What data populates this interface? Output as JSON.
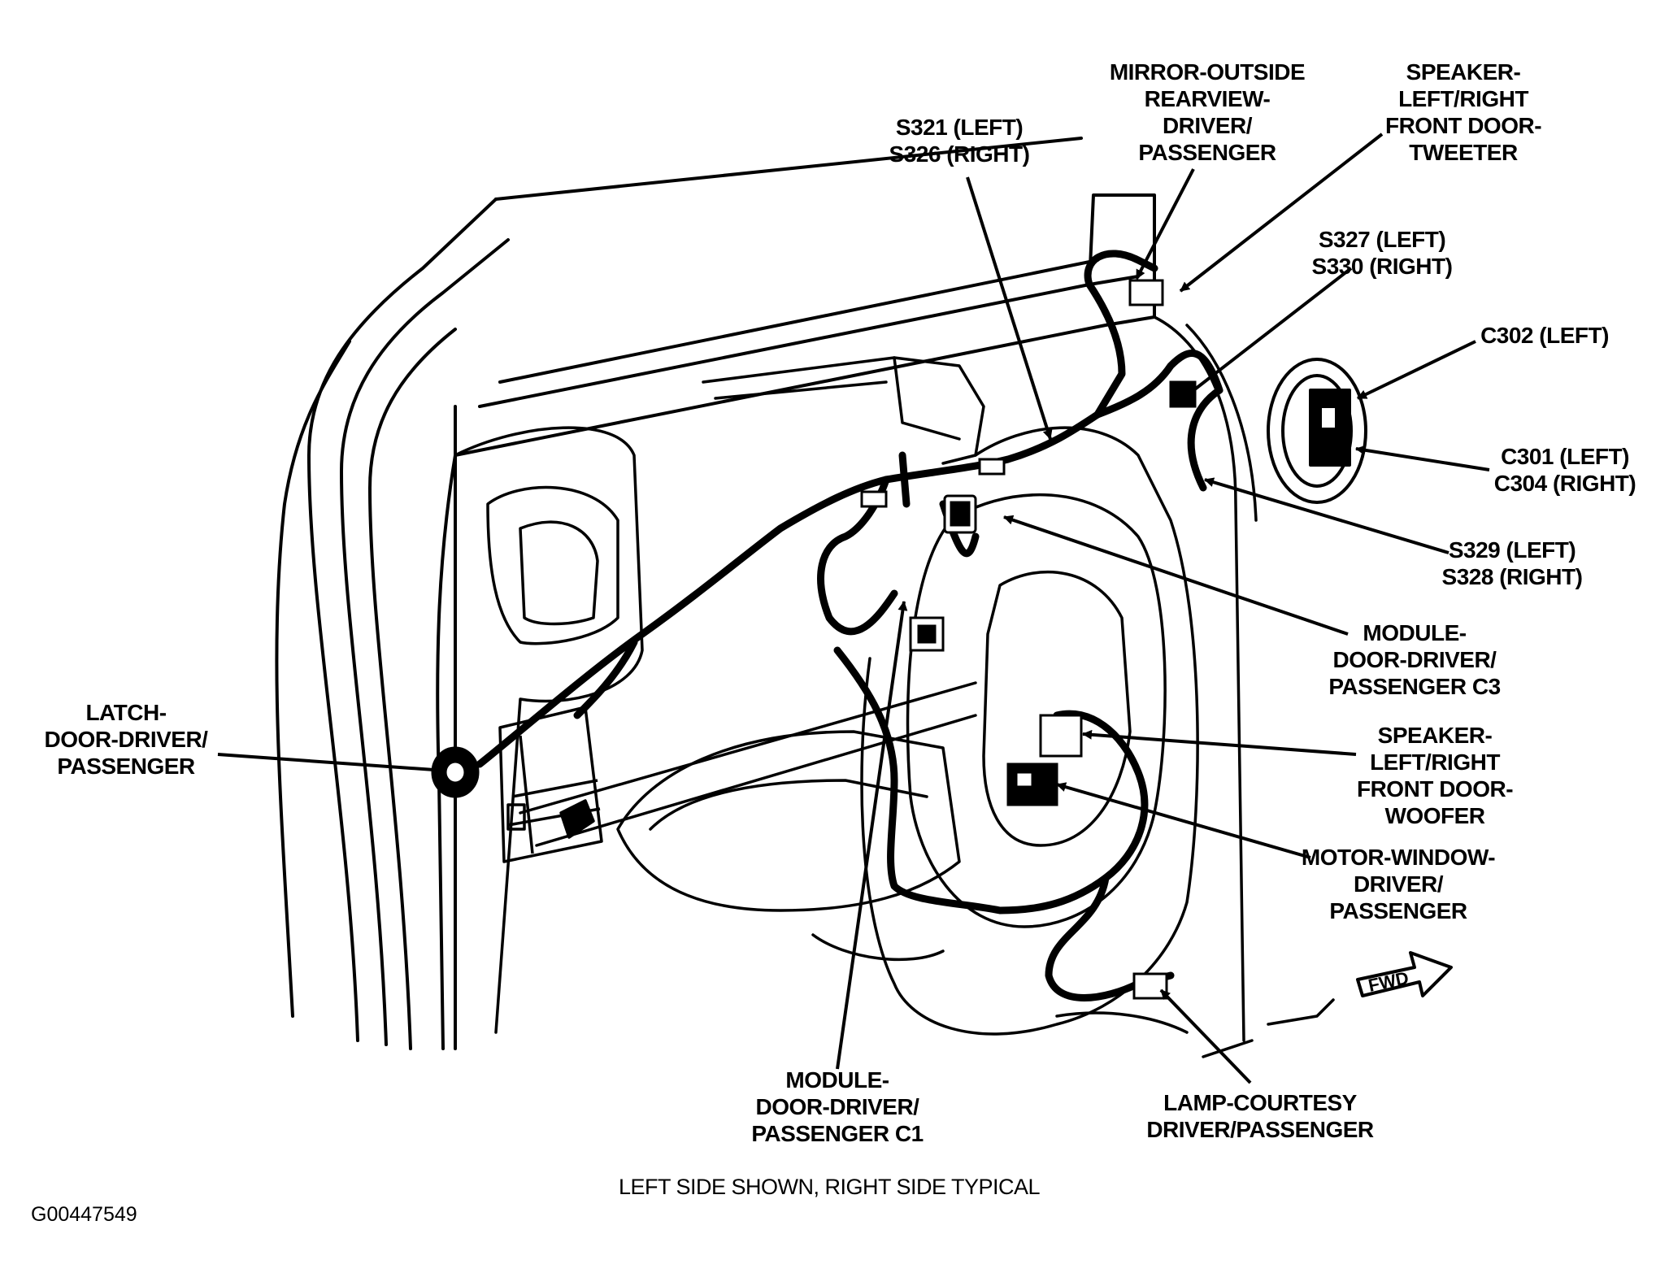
{
  "labels": {
    "mirror": [
      "MIRROR-OUTSIDE",
      "REARVIEW-",
      "DRIVER/",
      "PASSENGER"
    ],
    "speaker_tweeter": [
      "SPEAKER-",
      "LEFT/RIGHT",
      "FRONT DOOR-",
      "TWEETER"
    ],
    "s321": [
      "S321 (LEFT)",
      "S326 (RIGHT)"
    ],
    "s327": [
      "S327 (LEFT)",
      "S330 (RIGHT)"
    ],
    "c302": [
      "C302 (LEFT)"
    ],
    "c301": [
      "C301 (LEFT)",
      "C304 (RIGHT)"
    ],
    "s329": [
      "S329 (LEFT)",
      "S328 (RIGHT)"
    ],
    "module_c3": [
      "MODULE-",
      "DOOR-DRIVER/",
      "PASSENGER C3"
    ],
    "speaker_woofer": [
      "SPEAKER-",
      "LEFT/RIGHT",
      "FRONT DOOR-",
      "WOOFER"
    ],
    "motor_window": [
      "MOTOR-WINDOW-",
      "DRIVER/",
      "PASSENGER"
    ],
    "latch": [
      "LATCH-",
      "DOOR-DRIVER/",
      "PASSENGER"
    ],
    "module_c1": [
      "MODULE-",
      "DOOR-DRIVER/",
      "PASSENGER C1"
    ],
    "lamp": [
      "LAMP-COURTESY",
      "DRIVER/PASSENGER"
    ]
  },
  "fwd_badge": "FWD",
  "caption": "LEFT SIDE SHOWN, RIGHT SIDE TYPICAL",
  "figure_id": "G00447549"
}
